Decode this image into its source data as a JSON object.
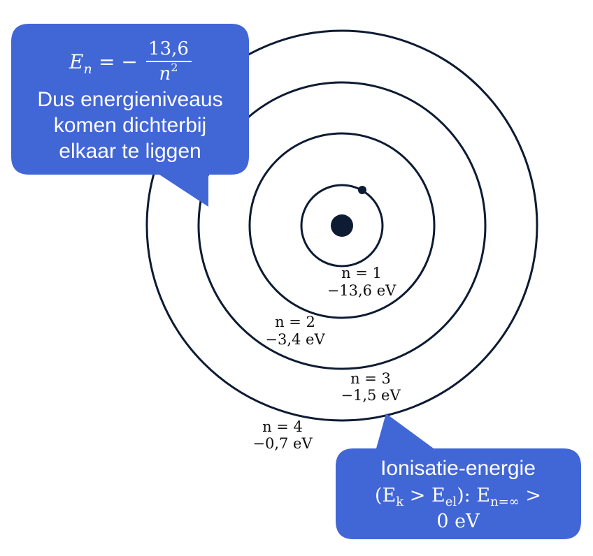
{
  "diagram": {
    "levels": [
      {
        "n_label": "n = 1",
        "energy": "−13,6 eV"
      },
      {
        "n_label": "n = 2",
        "energy": "−3,4 eV"
      },
      {
        "n_label": "n = 3",
        "energy": "−1,5 eV"
      },
      {
        "n_label": "n = 4",
        "energy": "−0,7 eV"
      }
    ],
    "colors": {
      "orbit": "#0d1b33",
      "bubble": "#4166d6",
      "bubble_text": "#ffffff"
    }
  },
  "callout_formula": {
    "formula_lhs": "E",
    "formula_sub": "n",
    "formula_eq": "= −",
    "formula_numerator": "13,6",
    "formula_denominator": "n",
    "formula_power": "2",
    "line1": "Dus energieniveaus",
    "line2": "komen dichterbij",
    "line3": "elkaar te liggen"
  },
  "callout_ionisation": {
    "line1": "Ionisatie-energie",
    "line2_a": "(E",
    "line2_a_sub": "k",
    "line2_b": " > E",
    "line2_b_sub": "el",
    "line2_c": "): E",
    "line2_c_sub": "n=∞",
    "line2_d": " >",
    "line3": "0 eV"
  }
}
